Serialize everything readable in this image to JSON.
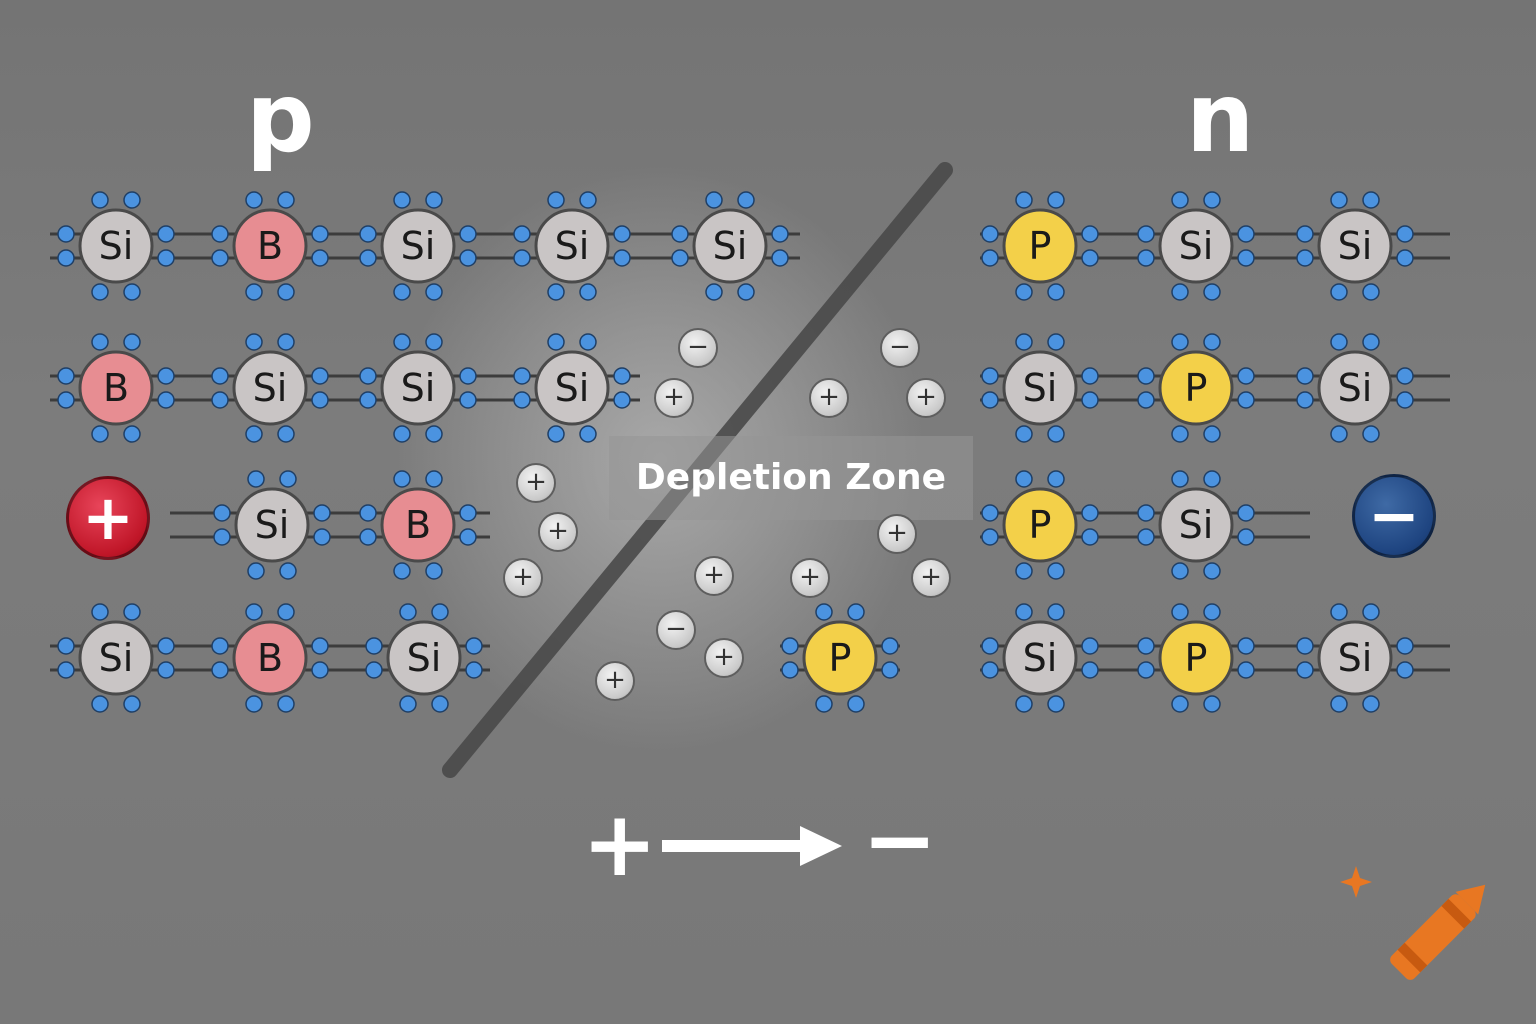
{
  "labels": {
    "p_region": "p",
    "n_region": "n",
    "depletion_zone": "Depletion Zone"
  },
  "atom_colors": {
    "Si": "#c9c5c5",
    "B": "#e78d92",
    "P": "#f3d049",
    "electron": "#4b93e0"
  },
  "rows": [
    {
      "atoms": [
        {
          "symbol": "Si"
        },
        {
          "symbol": "B"
        },
        {
          "symbol": "Si"
        },
        {
          "symbol": "Si"
        },
        {
          "symbol": "Si"
        },
        {
          "symbol": "P"
        },
        {
          "symbol": "Si"
        },
        {
          "symbol": "Si"
        }
      ]
    },
    {
      "atoms": [
        {
          "symbol": "B"
        },
        {
          "symbol": "Si"
        },
        {
          "symbol": "Si"
        },
        {
          "symbol": "Si"
        },
        {
          "symbol": "Si"
        },
        {
          "symbol": "P"
        },
        {
          "symbol": "Si"
        }
      ]
    },
    {
      "atoms": [
        {
          "symbol": "Si"
        },
        {
          "symbol": "B"
        },
        {
          "symbol": "P"
        },
        {
          "symbol": "Si"
        }
      ]
    },
    {
      "atoms": [
        {
          "symbol": "Si"
        },
        {
          "symbol": "B"
        },
        {
          "symbol": "Si"
        },
        {
          "symbol": "P"
        },
        {
          "symbol": "Si"
        },
        {
          "symbol": "P"
        },
        {
          "symbol": "Si"
        }
      ]
    }
  ],
  "depletion_ions": {
    "plus_symbol": "+",
    "minus_symbol": "−"
  },
  "terminals": {
    "positive": "+",
    "negative": "−"
  },
  "field_indicator": {
    "left": "+",
    "right": "−"
  }
}
